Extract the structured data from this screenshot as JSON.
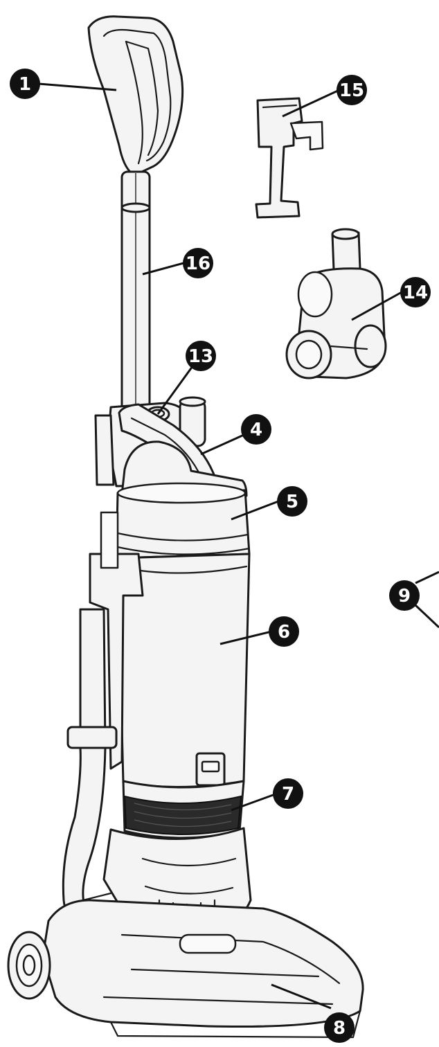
{
  "callouts": [
    {
      "id": "1",
      "label": "1"
    },
    {
      "id": "4",
      "label": "4"
    },
    {
      "id": "5",
      "label": "5"
    },
    {
      "id": "6",
      "label": "6"
    },
    {
      "id": "7",
      "label": "7"
    },
    {
      "id": "8",
      "label": "8"
    },
    {
      "id": "9",
      "label": "9"
    },
    {
      "id": "13",
      "label": "13"
    },
    {
      "id": "14",
      "label": "14"
    },
    {
      "id": "15",
      "label": "15"
    },
    {
      "id": "16",
      "label": "16"
    }
  ],
  "colors": {
    "badge": "#111111",
    "badge_text": "#ffffff",
    "outline": "#1a1a1a",
    "fill": "#f4f4f4"
  }
}
